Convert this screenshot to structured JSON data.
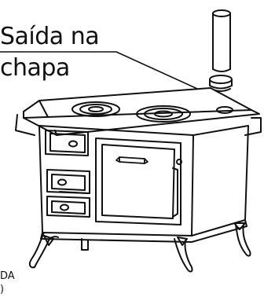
{
  "callout": {
    "line1": "Saída na",
    "line2": "chapa"
  },
  "cut_text": {
    "line1": "DA",
    "line2": ")"
  },
  "colors": {
    "stroke": "#111111",
    "background": "#ffffff"
  }
}
